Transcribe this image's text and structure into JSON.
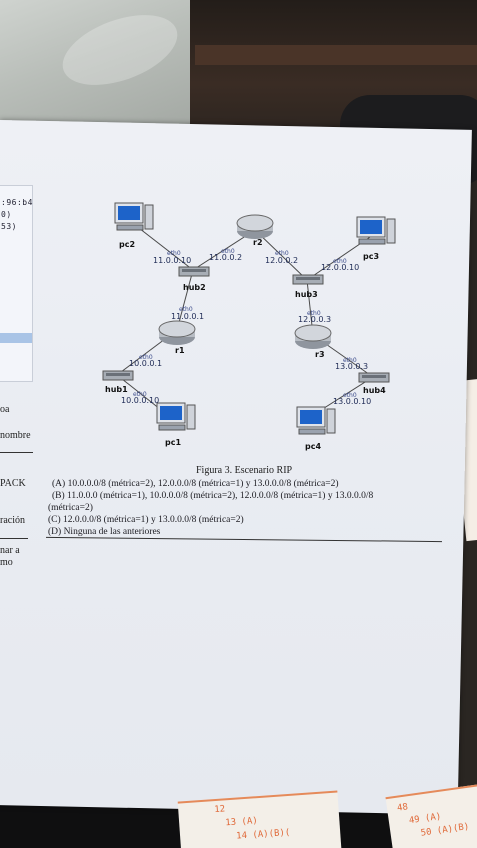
{
  "left_panel": {
    "mono_lines": [
      ":96:b4",
      "0)",
      "53)"
    ],
    "fragments": [
      "oa",
      "nombre",
      "PACK",
      "ración",
      "nar a",
      "mo"
    ]
  },
  "diagram": {
    "nodes": {
      "pc2": "pc2",
      "pc3": "pc3",
      "pc1": "pc1",
      "pc4": "pc4",
      "r1": "r1",
      "r2": "r2",
      "r3": "r3",
      "hub1": "hub1",
      "hub2": "hub2",
      "hub3": "hub3",
      "hub4": "hub4"
    },
    "iface": "eth0",
    "ips": {
      "pc2": "11.0.0.10",
      "r2_left": "11.0.0.2",
      "r2_right": "12.0.0.2",
      "pc3": "12.0.0.10",
      "r1_top": "11.0.0.1",
      "r3_top": "12.0.0.3",
      "r1_left": "10.0.0.1",
      "pc1": "10.0.0.10",
      "r3_right": "13.0.0.3",
      "pc4": "13.0.0.10"
    }
  },
  "caption": "Figura 3. Escenario RIP",
  "options": {
    "a": "(A) 10.0.0.0/8 (métrica=2), 12.0.0.0/8 (métrica=1) y 13.0.0.0/8 (métrica=2)",
    "b1": "(B) 11.0.0.0 (métrica=1), 10.0.0.0/8 (métrica=2), 12.0.0.0/8 (métrica=1) y 13.0.0.0/8",
    "b2": "(métrica=2)",
    "c": "(C) 12.0.0.0/8 (métrica=1) y 13.0.0.0/8 (métrica=2)",
    "d": "(D) Ninguna de las anteriores"
  },
  "sheets": {
    "bottom_left": [
      "12",
      "13 (A)",
      "14 (A)(B)("
    ],
    "bottom_right": [
      "48",
      "49 (A)",
      "50 (A)(B)"
    ]
  }
}
